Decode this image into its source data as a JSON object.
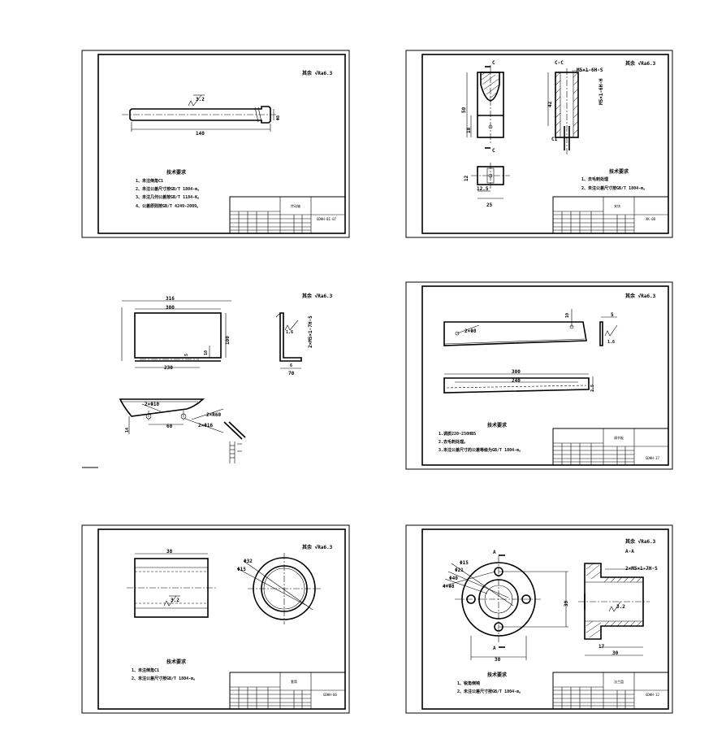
{
  "sheets": [
    {
      "id": "shaft",
      "roughness": "其余 √Ra6.3",
      "surface_mark": "3.2",
      "dims": {
        "length": "140",
        "dia": "Φ8"
      },
      "notes_title": "技术要求",
      "notes": [
        "1、未注倒角C1",
        "2、未注公差尺寸按GB/T 1804-m。",
        "3、未注几何公差按GB/T 1184-K。",
        "4、公差原则按GB/T 4249-2009。"
      ],
      "title_name": "传动轴",
      "title_code": "GDHH-01-07"
    },
    {
      "id": "block",
      "roughness": "其余 √Ra6.3",
      "section_label": "C-C",
      "section_mark": "C",
      "dims": {
        "thread_top": "M5×1-6H-S",
        "thread_side": "M5×1-6H-H",
        "h50": "50",
        "h42": "42",
        "h18": "18",
        "c1": "C1",
        "h12": "12",
        "w125": "12.5",
        "w25": "25"
      },
      "notes_title": "技术要求",
      "notes": [
        "1、去毛刺处理",
        "2、未注公差尺寸按GB/T 1804-m。"
      ],
      "title_name": "夹块",
      "title_code": "XK-08"
    },
    {
      "id": "bracket",
      "roughness": "其余 √Ra6.3",
      "dims": {
        "w316": "316",
        "w300": "300",
        "w230": "230",
        "h100": "100",
        "h10": "10",
        "h5": "5",
        "t6": "6",
        "w70": "70",
        "r16": "1.6",
        "thread": "2×M5×1-7H-S",
        "d10": "2×Φ10",
        "r60": "2×R60",
        "d16": "2×Φ16",
        "w60": "60",
        "h14": "14"
      }
    },
    {
      "id": "strip",
      "roughness": "其余 √Ra6.3",
      "dims": {
        "holes": "2×Φ8",
        "h10": "10",
        "w5": "5",
        "w300": "300",
        "w240": "240",
        "h25": "2.5",
        "r16": "1.6"
      },
      "notes_title": "技术要求",
      "notes": [
        "1.调质220~250HBS",
        "2.去毛刺处理。",
        "3.未注公差尺寸的公差等级为GB/T 1804-m。"
      ],
      "title_name": "调节板",
      "title_code": "GDHH-17"
    },
    {
      "id": "sleeve",
      "roughness": "其余 √Ra6.3",
      "surface_mark": "3.2",
      "dims": {
        "w38": "38",
        "d32": "Φ32",
        "d15": "Φ15"
      },
      "notes_title": "技术要求",
      "notes": [
        "1、未注倒角C1",
        "2、未注公差尺寸按GB/T 1804-m。"
      ],
      "title_name": "套筒",
      "title_code": "GDHH-06"
    },
    {
      "id": "flange",
      "roughness": "其余 √Ra6.3",
      "section_label": "A-A",
      "section_mark": "A",
      "surface_mark": "3.2",
      "dims": {
        "d15": "Φ15",
        "d21": "Φ21",
        "d40": "Φ40",
        "holes": "4×Φ8",
        "h39": "39",
        "w30": "30",
        "w17": "17",
        "w30b": "30",
        "thread": "2×M5×1-7H-S"
      },
      "notes_title": "技术要求",
      "notes": [
        "1、锐角倒钝",
        "2、未注公差尺寸按GB/T 1804-m。"
      ],
      "title_name": "法兰盘",
      "title_code": "GDHH-12"
    }
  ]
}
